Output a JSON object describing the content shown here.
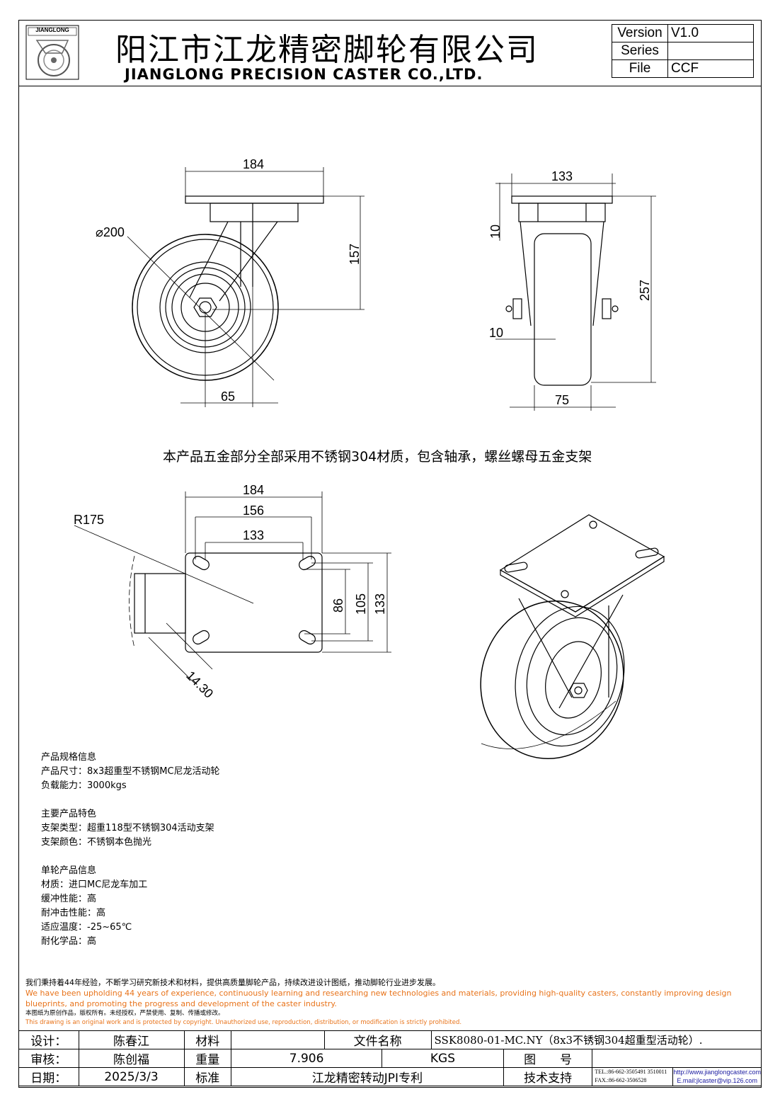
{
  "header": {
    "logo_text": "JIANGLONG",
    "company_cn": "阳江市江龙精密脚轮有限公司",
    "company_en": "JIANGLONG PRECISION CASTER CO.,LTD.",
    "version_label": "Version",
    "version_value": "V1.0",
    "series_label": "Series",
    "series_value": "",
    "file_label": "File",
    "file_value": "CCF"
  },
  "dimensions": {
    "front_top": "184",
    "diameter": "⌀200",
    "height_157": "157",
    "offset_65": "65",
    "side_top": "133",
    "side_10a": "10",
    "side_10b": "10",
    "side_257": "257",
    "side_75": "75",
    "plate_184": "184",
    "plate_156": "156",
    "plate_133": "133",
    "plate_r175": "R175",
    "plate_86": "86",
    "plate_105": "105",
    "plate_133v": "133",
    "plate_slot": "14.30"
  },
  "note": "本产品五金部分全部采用不锈钢304材质，包含轴承，螺丝螺母五金支架",
  "specs": {
    "group1_title": "产品规格信息",
    "size": "产品尺寸：8x3超重型不锈钢MC尼龙活动轮",
    "load": "负载能力：3000kgs",
    "group2_title": "主要产品特色",
    "bracket_type": "支架类型：超重118型不锈钢304活动支架",
    "bracket_color": "支架颜色：不锈钢本色抛光",
    "group3_title": "单轮产品信息",
    "material": "材质：进口MC尼龙车加工",
    "cushion": "缓冲性能：高",
    "impact": "耐冲击性能：高",
    "temperature": "适应温度：-25~65℃",
    "chemical": "耐化学品：高"
  },
  "footer": {
    "statement_cn": "我们秉持着44年经验，不断学习研究新技术和材料，提供高质量脚轮产品，持续改进设计图纸，推动脚轮行业进步发展。",
    "statement_en": "We have been upholding 44 years of experience, continuously learning and researching new technologies and materials, providing high-quality casters, constantly improving design blueprints, and promoting the progress and development of the caster industry.",
    "copyright_cn": "本图纸为原创作品，版权所有。未经授权，严禁使用、复制、传播或修改。",
    "copyright_en": "This drawing is an original work and is protected by copyright. Unauthorized use, reproduction, distribution, or modification is strictly prohibited."
  },
  "title_block": {
    "design_label": "设计：",
    "designer": "陈春江",
    "material_label": "材料",
    "material_value": "",
    "filename_label": "文件名称",
    "filename_value": "SSK8080-01-MC.NY（8x3不锈钢304超重型活动轮）.",
    "review_label": "审核：",
    "reviewer": "陈创福",
    "weight_label": "重量",
    "weight_value": "7.906",
    "weight_unit": "KGS",
    "drawing_no_label": "图　　号",
    "drawing_no_value": "",
    "date_label": "日期：",
    "date_value": "2025/3/3",
    "standard_label": "标准",
    "standard_value": "江龙精密转动JPI专利",
    "support_label": "技术支持",
    "tel": "TEL.:86-662-3505491  3510011",
    "fax": "FAX.:86-662-3506528",
    "website": "http://www.jianglongcaster.com",
    "email": "E.mail:jlcaster@vip.126.com"
  }
}
